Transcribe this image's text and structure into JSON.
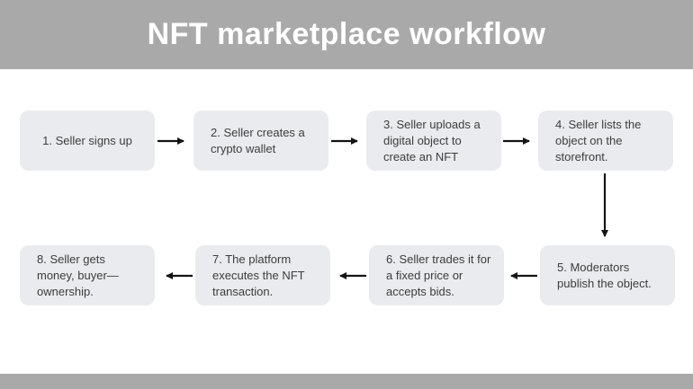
{
  "title_bar": {
    "title": "NFT marketplace workflow"
  },
  "workflow": {
    "steps": [
      {
        "label": "1. Seller signs up"
      },
      {
        "label": "2. Seller creates a crypto wallet"
      },
      {
        "label": "3. Seller uploads a digital object to create an NFT"
      },
      {
        "label": "4. Seller lists the object on the storefront."
      },
      {
        "label": "5. Moderators publish the object."
      },
      {
        "label": "6. Seller trades it for a fixed price or accepts bids."
      },
      {
        "label": "7. The platform executes the NFT transaction."
      },
      {
        "label": "8. Seller gets money, buyer—ownership."
      }
    ],
    "connections": [
      "step1→step2",
      "step2→step3",
      "step3→step4",
      "step4→step5",
      "step5→step6",
      "step6→step7",
      "step7→step8"
    ]
  },
  "colors": {
    "bar_gray": "#a9a9a9",
    "box_fill": "#e9ebee",
    "box_text": "#3d3d3d",
    "arrow": "#141414",
    "title_text": "#ffffff",
    "background": "#ffffff"
  }
}
